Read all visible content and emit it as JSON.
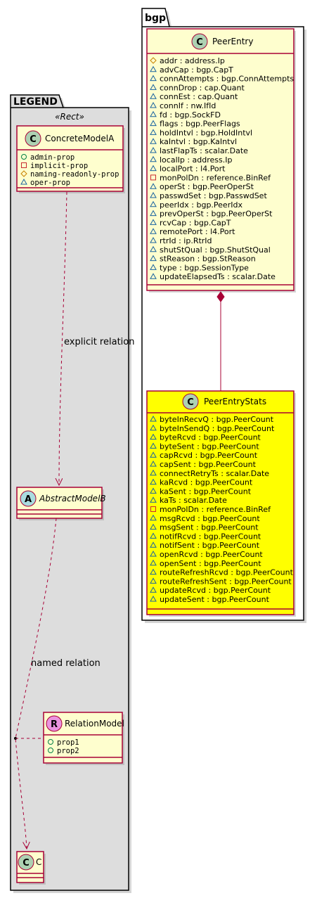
{
  "packages": {
    "legend": {
      "title": "LEGEND",
      "stereotype": "«Rect»"
    },
    "bgp": {
      "title": "bgp"
    }
  },
  "colors": {
    "class_fill": "#FEFECE",
    "class_border": "#A80036",
    "stats_fill": "#FFFF00",
    "legend_fill": "#DDDDDD",
    "circle_c": "#ADD1B2",
    "circle_a": "#A9DCDF",
    "circle_r": "#EB93DF",
    "protected_vis": "#C88200",
    "package_vis": "#1963A0",
    "private_vis": "#C82930",
    "public_vis": "#038048"
  },
  "legend": {
    "concrete": {
      "letter": "C",
      "name": "ConcreteModelA",
      "attributes": [
        {
          "vis": "public",
          "text": "admin-prop"
        },
        {
          "vis": "private",
          "text": "implicit-prop"
        },
        {
          "vis": "protected",
          "text": "naming-readonly-prop"
        },
        {
          "vis": "package",
          "text": "oper-prop"
        }
      ]
    },
    "abstract": {
      "letter": "A",
      "name": "AbstractModelB"
    },
    "relation_model": {
      "letter": "R",
      "name": "RelationModel",
      "attributes": [
        {
          "vis": "public",
          "text": "prop1"
        },
        {
          "vis": "public",
          "text": "prop2"
        }
      ]
    },
    "c": {
      "letter": "C",
      "name": "C"
    },
    "explicit_relation": "explicit relation",
    "named_relation": "named relation"
  },
  "peer_entry": {
    "letter": "C",
    "name": "PeerEntry",
    "attributes": [
      {
        "vis": "protected",
        "text": "addr : address.Ip"
      },
      {
        "vis": "package",
        "text": "advCap : bgp.CapT"
      },
      {
        "vis": "package",
        "text": "connAttempts : bgp.ConnAttempts"
      },
      {
        "vis": "package",
        "text": "connDrop : cap.Quant"
      },
      {
        "vis": "package",
        "text": "connEst : cap.Quant"
      },
      {
        "vis": "package",
        "text": "connIf : nw.IfId"
      },
      {
        "vis": "package",
        "text": "fd : bgp.SockFD"
      },
      {
        "vis": "package",
        "text": "flags : bgp.PeerFlags"
      },
      {
        "vis": "package",
        "text": "holdIntvl : bgp.HoldIntvl"
      },
      {
        "vis": "package",
        "text": "kaIntvl : bgp.KaIntvl"
      },
      {
        "vis": "package",
        "text": "lastFlapTs : scalar.Date"
      },
      {
        "vis": "package",
        "text": "localIp : address.Ip"
      },
      {
        "vis": "package",
        "text": "localPort : l4.Port"
      },
      {
        "vis": "private",
        "text": "monPolDn : reference.BinRef"
      },
      {
        "vis": "package",
        "text": "operSt : bgp.PeerOperSt"
      },
      {
        "vis": "package",
        "text": "passwdSet : bgp.PasswdSet"
      },
      {
        "vis": "package",
        "text": "peerIdx : bgp.PeerIdx"
      },
      {
        "vis": "package",
        "text": "prevOperSt : bgp.PeerOperSt"
      },
      {
        "vis": "package",
        "text": "rcvCap : bgp.CapT"
      },
      {
        "vis": "package",
        "text": "remotePort : l4.Port"
      },
      {
        "vis": "package",
        "text": "rtrId : ip.RtrId"
      },
      {
        "vis": "package",
        "text": "shutStQual : bgp.ShutStQual"
      },
      {
        "vis": "package",
        "text": "stReason : bgp.StReason"
      },
      {
        "vis": "package",
        "text": "type : bgp.SessionType"
      },
      {
        "vis": "package",
        "text": "updateElapsedTs : scalar.Date"
      }
    ]
  },
  "peer_entry_stats": {
    "letter": "C",
    "name": "PeerEntryStats",
    "attributes": [
      {
        "vis": "package",
        "text": "byteInRecvQ : bgp.PeerCount"
      },
      {
        "vis": "package",
        "text": "byteInSendQ : bgp.PeerCount"
      },
      {
        "vis": "package",
        "text": "byteRcvd : bgp.PeerCount"
      },
      {
        "vis": "package",
        "text": "byteSent : bgp.PeerCount"
      },
      {
        "vis": "package",
        "text": "capRcvd : bgp.PeerCount"
      },
      {
        "vis": "package",
        "text": "capSent : bgp.PeerCount"
      },
      {
        "vis": "package",
        "text": "connectRetryTs : scalar.Date"
      },
      {
        "vis": "package",
        "text": "kaRcvd : bgp.PeerCount"
      },
      {
        "vis": "package",
        "text": "kaSent : bgp.PeerCount"
      },
      {
        "vis": "package",
        "text": "kaTs : scalar.Date"
      },
      {
        "vis": "private",
        "text": "monPolDn : reference.BinRef"
      },
      {
        "vis": "package",
        "text": "msgRcvd : bgp.PeerCount"
      },
      {
        "vis": "package",
        "text": "msgSent : bgp.PeerCount"
      },
      {
        "vis": "package",
        "text": "notifRcvd : bgp.PeerCount"
      },
      {
        "vis": "package",
        "text": "notifSent : bgp.PeerCount"
      },
      {
        "vis": "package",
        "text": "openRcvd : bgp.PeerCount"
      },
      {
        "vis": "package",
        "text": "openSent : bgp.PeerCount"
      },
      {
        "vis": "package",
        "text": "routeRefreshRcvd : bgp.PeerCount"
      },
      {
        "vis": "package",
        "text": "routeRefreshSent : bgp.PeerCount"
      },
      {
        "vis": "package",
        "text": "updateRcvd : bgp.PeerCount"
      },
      {
        "vis": "package",
        "text": "updateSent : bgp.PeerCount"
      }
    ]
  }
}
